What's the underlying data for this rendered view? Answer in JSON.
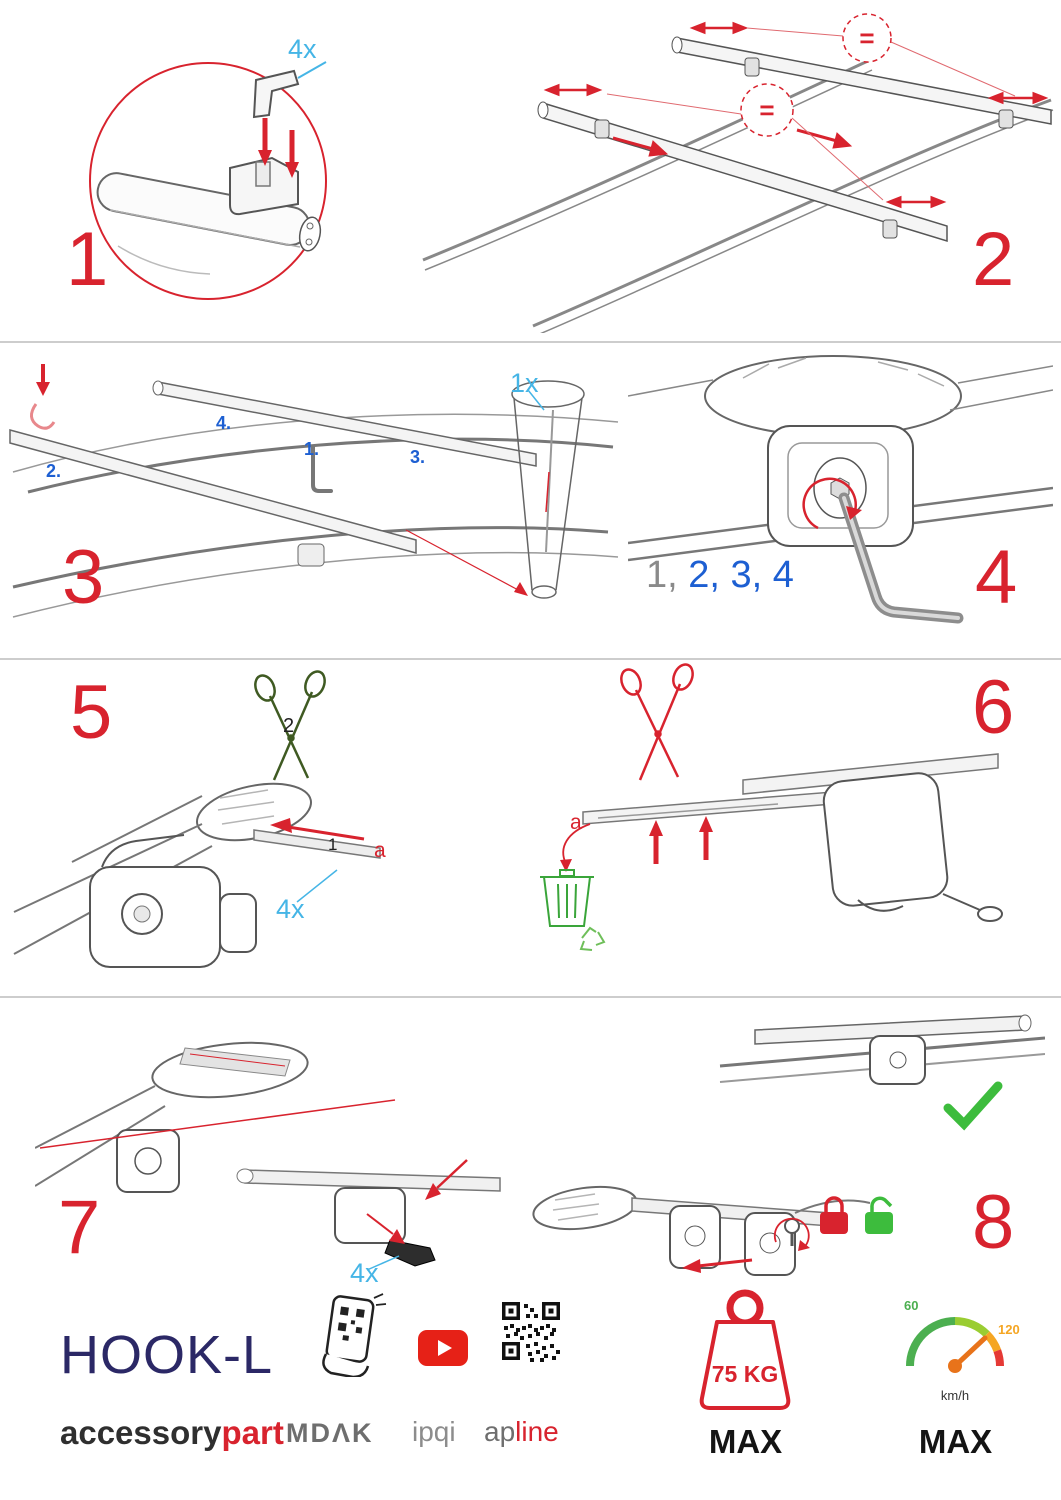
{
  "colors": {
    "red": "#d8232e",
    "cyan": "#45b5e6",
    "blue": "#1d5fd2",
    "green": "#3dbc3d",
    "dark_green": "#3f5a22",
    "navy": "#2b2866",
    "gray_logo": "#6e6e6e"
  },
  "steps": {
    "step1": {
      "number": "1",
      "qty_label": "4x"
    },
    "step2": {
      "number": "2",
      "equal_sign_top": "=",
      "equal_sign_mid": "="
    },
    "step3": {
      "number": "3",
      "order_labels": [
        "1.",
        "2.",
        "3.",
        "4."
      ],
      "qty_label": "1x"
    },
    "step4": {
      "number": "4",
      "sequence_first": "1,",
      "sequence_rest": " 2, 3, 4"
    },
    "step5": {
      "number": "5",
      "scissors_label": "2",
      "strap_label": "1",
      "strap_letter": "a",
      "qty_label": "4x"
    },
    "step6": {
      "number": "6",
      "strap_letter": "a"
    },
    "step7": {
      "number": "7",
      "qty_label": "4x"
    },
    "step8": {
      "number": "8"
    }
  },
  "footer": {
    "product_name": "HOOK-L",
    "brand_part1": "accessory",
    "brand_part2": "part",
    "logo_mdak": "MDΛK",
    "logo_ipqi": "ipqi",
    "logo_apline_part1": "ap",
    "logo_apline_part2": "line",
    "weight_value": "75 KG",
    "weight_max_label": "MAX",
    "speed_min": "60",
    "speed_max_value": "120",
    "speed_unit": "km/h",
    "speed_max_label": "MAX"
  }
}
